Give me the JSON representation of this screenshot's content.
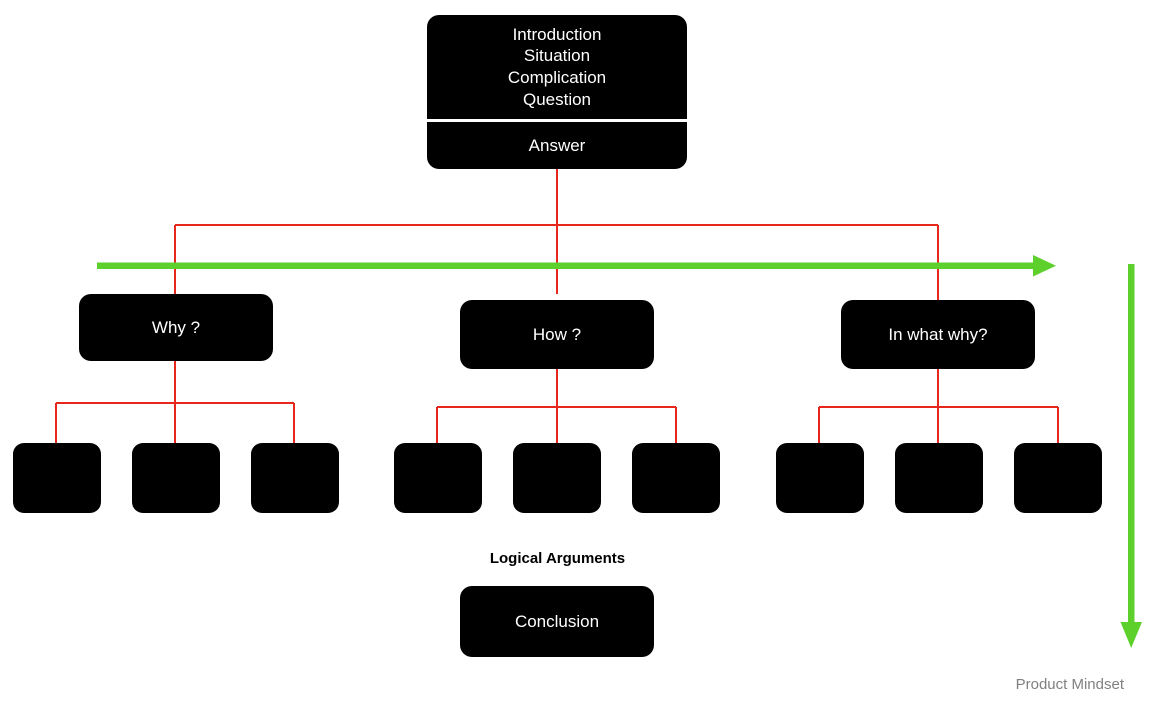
{
  "diagram": {
    "title": "Product Mindset pyramid-principle structure",
    "colors": {
      "node_fill": "#000000",
      "node_text": "#ffffff",
      "connector_red": "#e8271c",
      "accent_green": "#5ed02c",
      "footer_text": "#808080",
      "background": "#ffffff"
    },
    "top_node": {
      "upper_lines": [
        "Introduction",
        "Situation",
        "Complication",
        "Question"
      ],
      "lower_line": "Answer"
    },
    "branches": [
      {
        "label": "Why ?"
      },
      {
        "label": "How ?"
      },
      {
        "label": "In what why?"
      }
    ],
    "leaves": [
      {
        "label": ""
      },
      {
        "label": ""
      },
      {
        "label": ""
      },
      {
        "label": ""
      },
      {
        "label": ""
      },
      {
        "label": ""
      },
      {
        "label": ""
      },
      {
        "label": ""
      },
      {
        "label": ""
      }
    ],
    "logical_arguments_label": "Logical Arguments",
    "conclusion": {
      "label": "Conclusion"
    },
    "footer": {
      "label": "Product Mindset"
    },
    "arrows": {
      "horizontal": {
        "name": "horizontal-green-arrow",
        "direction": "right"
      },
      "vertical": {
        "name": "vertical-green-arrow",
        "direction": "down"
      }
    }
  }
}
